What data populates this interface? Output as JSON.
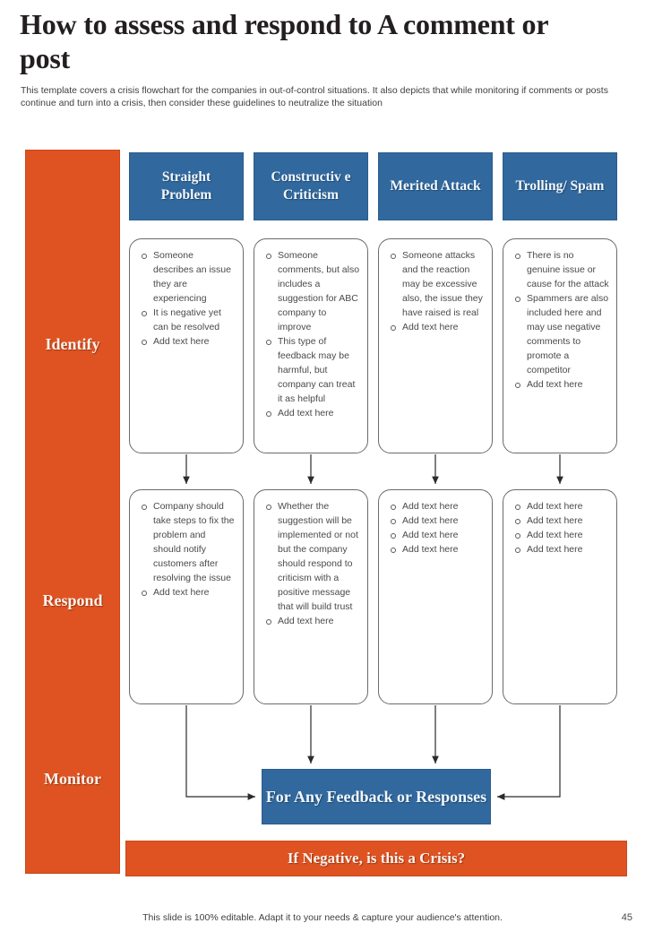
{
  "slide": {
    "title": "How to assess and respond to A comment or post",
    "subtitle": "This template covers a crisis flowchart for the companies in out-of-control situations. It also depicts that while monitoring if comments or posts continue and turn into a crisis, then consider these guidelines to neutralize the situation",
    "footer_note": "This slide is 100% editable. Adapt it to your needs & capture your audience's attention.",
    "page_number": "45"
  },
  "colors": {
    "accent_blue": "#31699f",
    "accent_orange": "#df5322",
    "card_border": "#6b6b6b",
    "body_text": "#4a4a4a"
  },
  "stages": [
    {
      "label": "Identify"
    },
    {
      "label": "Respond"
    },
    {
      "label": "Monitor"
    }
  ],
  "columns": [
    {
      "header": "Straight Problem",
      "identify_items": [
        "Someone describes an issue they are experiencing",
        "It is negative yet can be resolved",
        "Add text here"
      ],
      "respond_items": [
        "Company should take steps to fix the problem and should notify customers after resolving the issue",
        "Add text here"
      ]
    },
    {
      "header": "Constructiv e Criticism",
      "identify_items": [
        "Someone comments, but also includes a suggestion for ABC company to improve",
        "This type of feedback may be harmful, but company can treat it as helpful",
        "Add text here"
      ],
      "respond_items": [
        "Whether the suggestion will be implemented or not but the company should respond to criticism with a positive message that will build trust",
        "Add text here"
      ]
    },
    {
      "header": "Merited Attack",
      "identify_items": [
        "Someone attacks and the reaction may be excessive also, the issue they have raised is real",
        "Add text here"
      ],
      "respond_items": [
        "Add text here",
        "Add text here",
        "Add text here",
        "Add text here"
      ]
    },
    {
      "header": "Trolling/ Spam",
      "identify_items": [
        "There is no genuine issue or cause for the attack",
        "Spammers are also included here and may use negative comments to promote a competitor",
        "Add text here"
      ],
      "respond_items": [
        "Add text here",
        "Add text here",
        "Add text here",
        "Add text here"
      ]
    }
  ],
  "terminal": {
    "feedback_label": "For Any Feedback or Responses",
    "crisis_label": "If Negative, is this a Crisis?"
  }
}
